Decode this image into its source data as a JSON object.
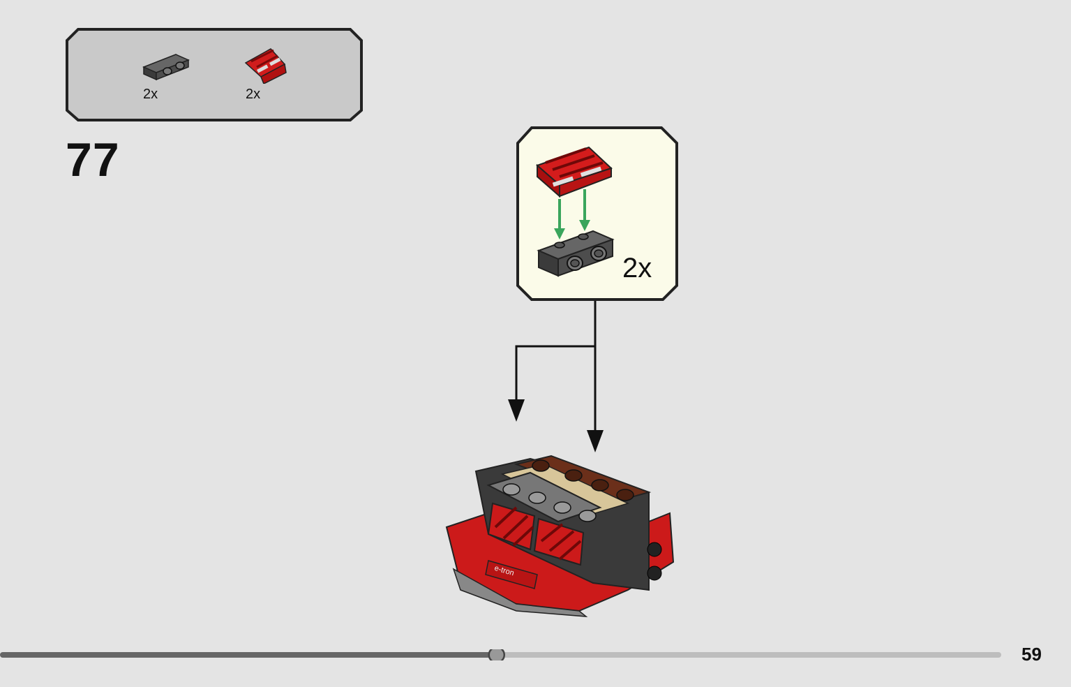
{
  "parts_list": {
    "items": [
      {
        "name": "dark bluish gray bracket plate",
        "qty": "2x",
        "color": "#4a4a4a"
      },
      {
        "name": "red slope with stripes",
        "qty": "2x",
        "color": "#cc1a1a"
      }
    ]
  },
  "step": {
    "number": "77"
  },
  "sub_assembly": {
    "qty": "2x"
  },
  "progress": {
    "fraction": 0.496
  },
  "page": {
    "number": "59"
  },
  "colors": {
    "background": "#e4e4e4",
    "callout_bg": "#fbfbe9",
    "red": "#cc1a1a",
    "arrow_green": "#3aa55c"
  },
  "model_decal": "e-tron"
}
